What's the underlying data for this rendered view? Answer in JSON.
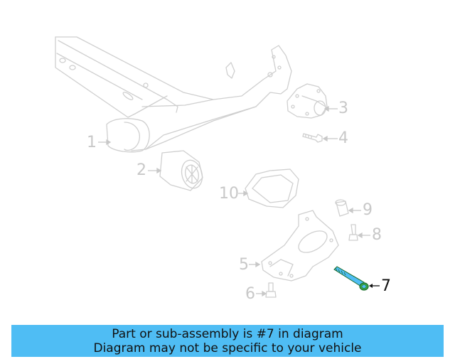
{
  "diagram": {
    "highlighted_part": "7",
    "colors": {
      "line": "#cfcfcf",
      "label": "#c8c8c8",
      "highlight_fill": "#4fbdf4",
      "highlight_stroke": "#1a6b2a",
      "active_label": "#111111"
    },
    "callouts": [
      {
        "id": "1",
        "label": "1"
      },
      {
        "id": "2",
        "label": "2"
      },
      {
        "id": "3",
        "label": "3"
      },
      {
        "id": "4",
        "label": "4"
      },
      {
        "id": "5",
        "label": "5"
      },
      {
        "id": "6",
        "label": "6"
      },
      {
        "id": "7",
        "label": "7"
      },
      {
        "id": "8",
        "label": "8"
      },
      {
        "id": "9",
        "label": "9"
      },
      {
        "id": "10",
        "label": "10"
      }
    ]
  },
  "banner": {
    "line1": "Part or sub-assembly is #7 in diagram",
    "line2": "Diagram may not be specific to your vehicle",
    "color": "#4fbdf4"
  }
}
